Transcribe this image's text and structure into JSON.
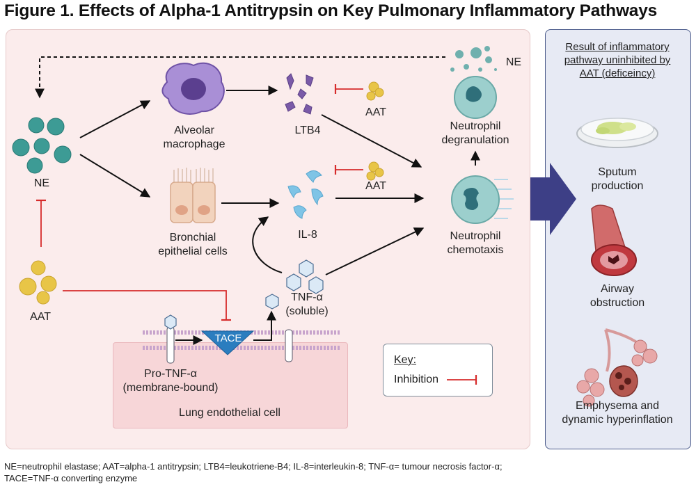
{
  "title": "Figure 1. Effects of Alpha-1 Antitrypsin on Key Pulmonary Inflammatory Pathways",
  "nodes": {
    "ne_left": "NE",
    "ne_top": "NE",
    "aat_left": "AAT",
    "aat_ltb4": "AAT",
    "aat_il8": "AAT",
    "alveolar_macrophage": [
      "Alveolar",
      "macrophage"
    ],
    "bronchial_epithelial": [
      "Bronchial",
      "epithelial cells"
    ],
    "ltb4": "LTB4",
    "il8": "IL-8",
    "tnf_soluble": [
      "TNF-α",
      "(soluble)"
    ],
    "tace": "TACE",
    "pro_tnf": [
      "Pro-TNF-α",
      "(membrane-bound)"
    ],
    "lung_endothelial": "Lung endothelial cell",
    "neutrophil_degranulation": [
      "Neutrophil",
      "degranulation"
    ],
    "neutrophil_chemotaxis": [
      "Neutrophil",
      "chemotaxis"
    ]
  },
  "key": {
    "title": "Key:",
    "inhibition": "Inhibition"
  },
  "results": {
    "title": [
      "Result of inflammatory",
      "pathway uninhibited by",
      "AAT (deficeincy)"
    ],
    "sputum": [
      "Sputum",
      "production"
    ],
    "airway": [
      "Airway",
      "obstruction"
    ],
    "emphysema": [
      "Emphysema and",
      "dynamic hyperinflation"
    ]
  },
  "footnote": [
    "NE=neutrophil elastase; AAT=alpha-1 antitrypsin; LTB4=leukotriene-B4; IL-8=interleukin-8; TNF-α= tumour necrosis factor-α;",
    "TACE=TNF-α converting enzyme"
  ],
  "colors": {
    "inhibition": "#d62b2b",
    "result_arrow": "#3d3f86",
    "ne": "#3d9b95",
    "aat": "#e8c547",
    "macrophage": "#8a6bbf",
    "ltb4": "#7a5aa8",
    "il8": "#7fc4e6",
    "neutrophil": "#8fc8c8"
  }
}
